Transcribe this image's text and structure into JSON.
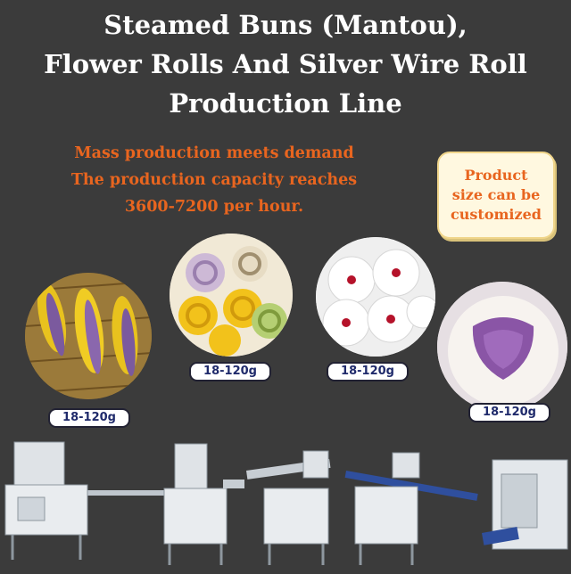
{
  "title": {
    "line1": "Steamed Buns (Mantou),",
    "line2": "Flower Rolls And Silver Wire Roll",
    "line3": "Production Line"
  },
  "tagline": {
    "line1": "Mass production meets demand",
    "line2": "The production capacity reaches",
    "line3": "3600-7200 per hour."
  },
  "badge": {
    "line1": "Product",
    "line2": "size can be",
    "line3": "customized"
  },
  "products": [
    {
      "name": "twisted-rolls",
      "weight": "18-120g"
    },
    {
      "name": "flower-rolls",
      "weight": "18-120g"
    },
    {
      "name": "filled-buns",
      "weight": "18-120g"
    },
    {
      "name": "taro-bun",
      "weight": "18-120g"
    }
  ],
  "colors": {
    "background": "#3b3b3b",
    "title": "#ffffff",
    "accent": "#e8651f",
    "label_text": "#1f2a6b"
  }
}
